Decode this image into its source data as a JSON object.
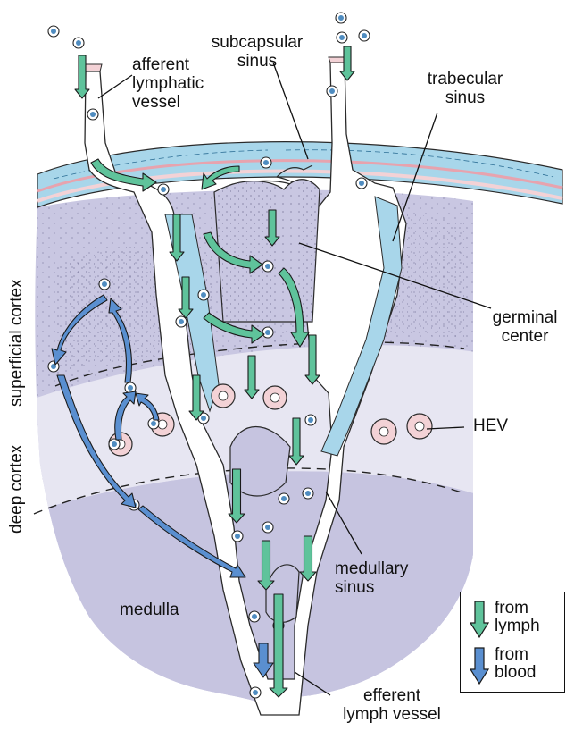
{
  "labels": {
    "afferent": [
      "afferent",
      "lymphatic",
      "vessel"
    ],
    "subcapsular": [
      "subcapsular",
      "sinus"
    ],
    "trabecular": [
      "trabecular",
      "sinus"
    ],
    "superficial_cortex": "superficial cortex",
    "deep_cortex": "deep cortex",
    "germinal": [
      "germinal",
      "center"
    ],
    "hev": "HEV",
    "medullary": [
      "medullary",
      "sinus"
    ],
    "medulla": "medulla",
    "efferent": [
      "efferent",
      "lymph vessel"
    ]
  },
  "legend": {
    "lymph": [
      "from",
      "lymph"
    ],
    "blood": [
      "from",
      "blood"
    ]
  },
  "colors": {
    "background": "#ffffff",
    "cortex_dark": "#c9c7e2",
    "cortex_light": "#e7e6f2",
    "medulla": "#c6c4e0",
    "capsule_blue": "#a8d6ea",
    "capsule_pink": "#f3d2d6",
    "lymph_arrow": "#5fc39b",
    "blood_arrow": "#5a8fd0",
    "outline": "#2a2a2a"
  }
}
